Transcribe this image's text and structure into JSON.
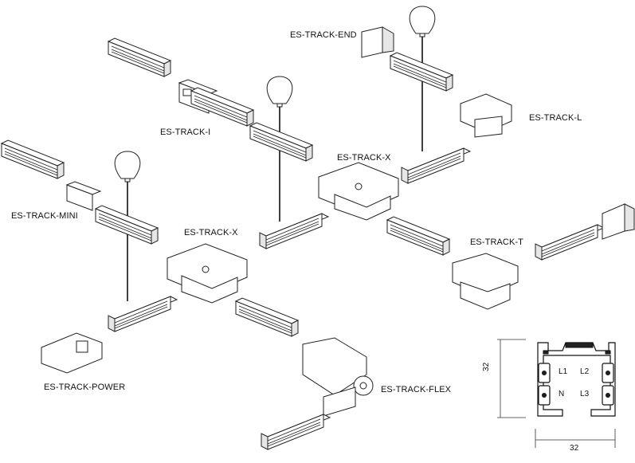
{
  "labels": {
    "track_end": "ES-TRACK-END",
    "track_i": "ES-TRACK-I",
    "track_l": "ES-TRACK-L",
    "track_x_right": "ES-TRACK-X",
    "track_mini": "ES-TRACK-MINI",
    "track_x_left": "ES-TRACK-X",
    "track_t": "ES-TRACK-T",
    "track_power": "ES-TRACK-POWER",
    "track_flex": "ES-TRACK-FLEX"
  },
  "profile": {
    "width_dim": "32",
    "height_dim": "32",
    "conductors": [
      "L1",
      "L2",
      "N",
      "L3"
    ]
  }
}
